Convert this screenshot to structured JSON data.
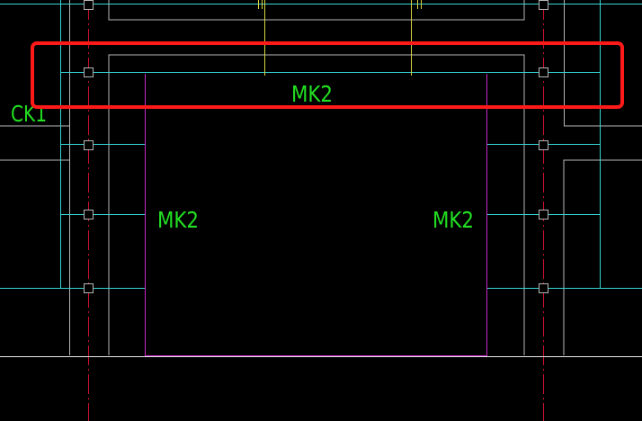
{
  "canvas": {
    "background": "#000000"
  },
  "colors": {
    "cyan": "#38d6d6",
    "grey": "#b7b7b7",
    "magenta": "#c82ac8",
    "red": "#c8102e",
    "green": "#22e022",
    "yellow": "#d8d840",
    "white": "#e8e8e8",
    "highlight": "#ff1a1a"
  },
  "labels": {
    "mk2_top": "MK2",
    "mk2_left": "MK2",
    "mk2_right": "MK2",
    "ck1": "CK1"
  },
  "highlight": {
    "shape": "rounded-rectangle"
  }
}
